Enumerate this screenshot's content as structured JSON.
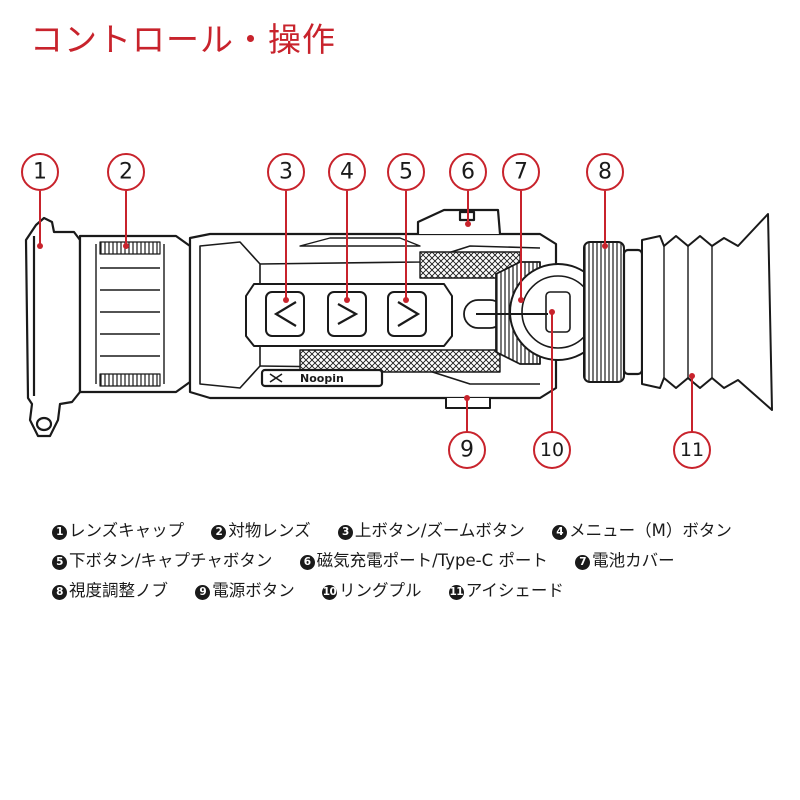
{
  "title": "コントロール・操作",
  "diagram": {
    "brand_text": "Noopin",
    "callouts": [
      {
        "label": "1"
      },
      {
        "label": "2"
      },
      {
        "label": "3"
      },
      {
        "label": "4"
      },
      {
        "label": "5"
      },
      {
        "label": "6"
      },
      {
        "label": "7"
      },
      {
        "label": "8"
      },
      {
        "label": "9"
      },
      {
        "label": "10"
      },
      {
        "label": "11"
      }
    ]
  },
  "legend": {
    "rows": [
      [
        {
          "num": "1",
          "text": "レンズキャップ"
        },
        {
          "num": "2",
          "text": "対物レンズ"
        },
        {
          "num": "3",
          "text": "上ボタン/ズームボタン"
        },
        {
          "num": "4",
          "text": "メニュー（M）ボタン"
        }
      ],
      [
        {
          "num": "5",
          "text": "下ボタン/キャプチャボタン"
        },
        {
          "num": "6",
          "text": "磁気充電ポート/Type-C ポート"
        },
        {
          "num": "7",
          "text": "電池カバー"
        }
      ],
      [
        {
          "num": "8",
          "text": "視度調整ノブ"
        },
        {
          "num": "9",
          "text": "電源ボタン"
        },
        {
          "num": "10",
          "text": "リングプル"
        },
        {
          "num": "11",
          "text": "アイシェード"
        }
      ]
    ]
  },
  "colors": {
    "accent": "#c8232c",
    "ink": "#1a1a1a"
  }
}
